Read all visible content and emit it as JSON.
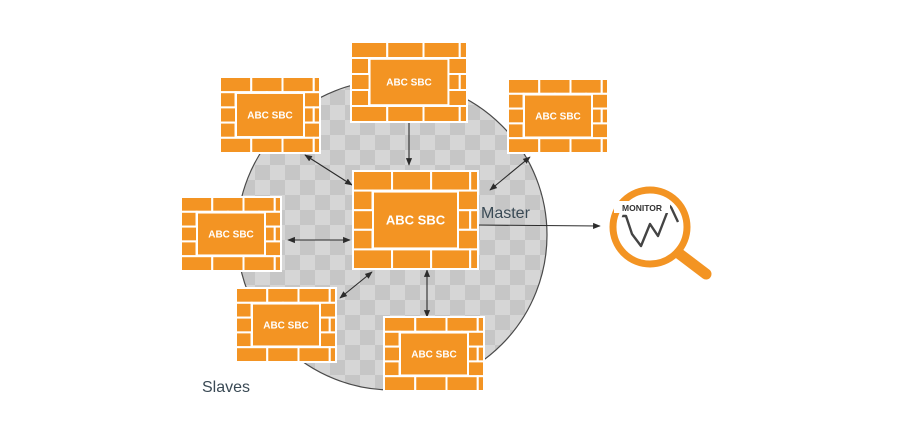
{
  "diagram": {
    "master_label": "Master",
    "slaves_label": "Slaves",
    "monitor_label": "MONITOR",
    "colors": {
      "brick": "#F39423",
      "mortar": "#ffffff",
      "network_fill": "#d3d3d3",
      "network_stroke": "#4a4a4a",
      "arrow": "#2b2b2b",
      "monitor_ring": "#F39423",
      "monitor_line": "#444444"
    },
    "master_node": {
      "name": "ABC SBC"
    },
    "slave_nodes": [
      {
        "name": "ABC SBC"
      },
      {
        "name": "ABC SBC"
      },
      {
        "name": "ABC SBC"
      },
      {
        "name": "ABC SBC"
      },
      {
        "name": "ABC SBC"
      },
      {
        "name": "ABC SBC"
      }
    ],
    "icons": [
      "magnifier-monitor-icon",
      "pulse-line-icon"
    ]
  }
}
